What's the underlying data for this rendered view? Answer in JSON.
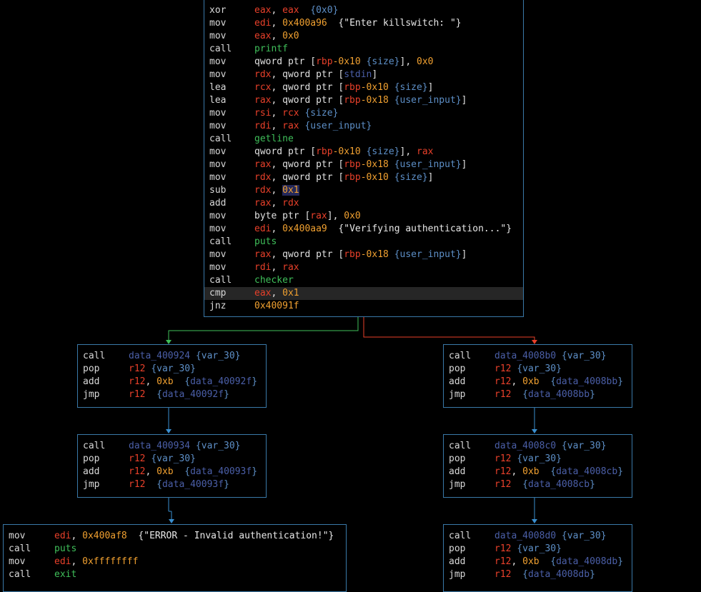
{
  "colors": {
    "block_border": "#3a79a8",
    "edge_true": "#3fbf5a",
    "edge_false": "#e8402a",
    "edge_unconditional": "#3a8fd0",
    "register": "#e8402a",
    "number": "#f0a030",
    "symbol": "#5d8fc7",
    "data_ref": "#4b5fa8",
    "function": "#3fbf5a"
  },
  "blocks": {
    "main": {
      "lines": [
        {
          "mn": "xor",
          "ops": [
            [
              "reg",
              "eax"
            ],
            [
              "plain",
              ", "
            ],
            [
              "reg",
              "eax"
            ],
            [
              "plain",
              "  "
            ],
            [
              "sym",
              "{0x0}"
            ]
          ]
        },
        {
          "mn": "mov",
          "ops": [
            [
              "reg",
              "edi"
            ],
            [
              "plain",
              ", "
            ],
            [
              "num",
              "0x400a96"
            ],
            [
              "plain",
              "  "
            ],
            [
              "str",
              "{\"Enter killswitch: \"}"
            ]
          ]
        },
        {
          "mn": "mov",
          "ops": [
            [
              "reg",
              "eax"
            ],
            [
              "plain",
              ", "
            ],
            [
              "num",
              "0x0"
            ]
          ]
        },
        {
          "mn": "call",
          "ops": [
            [
              "fn",
              "printf"
            ]
          ]
        },
        {
          "mn": "mov",
          "ops": [
            [
              "plain",
              "qword ptr ["
            ],
            [
              "reg",
              "rbp"
            ],
            [
              "num",
              "-0x10"
            ],
            [
              "plain",
              " "
            ],
            [
              "sym",
              "{size}"
            ],
            [
              "plain",
              "], "
            ],
            [
              "num",
              "0x0"
            ]
          ]
        },
        {
          "mn": "mov",
          "ops": [
            [
              "reg",
              "rdx"
            ],
            [
              "plain",
              ", qword ptr ["
            ],
            [
              "dat",
              "stdin"
            ],
            [
              "plain",
              "]"
            ]
          ]
        },
        {
          "mn": "lea",
          "ops": [
            [
              "reg",
              "rcx"
            ],
            [
              "plain",
              ", qword ptr ["
            ],
            [
              "reg",
              "rbp"
            ],
            [
              "num",
              "-0x10"
            ],
            [
              "plain",
              " "
            ],
            [
              "sym",
              "{size}"
            ],
            [
              "plain",
              "]"
            ]
          ]
        },
        {
          "mn": "lea",
          "ops": [
            [
              "reg",
              "rax"
            ],
            [
              "plain",
              ", qword ptr ["
            ],
            [
              "reg",
              "rbp"
            ],
            [
              "num",
              "-0x18"
            ],
            [
              "plain",
              " "
            ],
            [
              "sym",
              "{user_input}"
            ],
            [
              "plain",
              "]"
            ]
          ]
        },
        {
          "mn": "mov",
          "ops": [
            [
              "reg",
              "rsi"
            ],
            [
              "plain",
              ", "
            ],
            [
              "reg",
              "rcx"
            ],
            [
              "plain",
              " "
            ],
            [
              "sym",
              "{size}"
            ]
          ]
        },
        {
          "mn": "mov",
          "ops": [
            [
              "reg",
              "rdi"
            ],
            [
              "plain",
              ", "
            ],
            [
              "reg",
              "rax"
            ],
            [
              "plain",
              " "
            ],
            [
              "sym",
              "{user_input}"
            ]
          ]
        },
        {
          "mn": "call",
          "ops": [
            [
              "fn",
              "getline"
            ]
          ]
        },
        {
          "mn": "mov",
          "ops": [
            [
              "plain",
              "qword ptr ["
            ],
            [
              "reg",
              "rbp"
            ],
            [
              "num",
              "-0x10"
            ],
            [
              "plain",
              " "
            ],
            [
              "sym",
              "{size}"
            ],
            [
              "plain",
              "], "
            ],
            [
              "reg",
              "rax"
            ]
          ]
        },
        {
          "mn": "mov",
          "ops": [
            [
              "reg",
              "rax"
            ],
            [
              "plain",
              ", qword ptr ["
            ],
            [
              "reg",
              "rbp"
            ],
            [
              "num",
              "-0x18"
            ],
            [
              "plain",
              " "
            ],
            [
              "sym",
              "{user_input}"
            ],
            [
              "plain",
              "]"
            ]
          ]
        },
        {
          "mn": "mov",
          "ops": [
            [
              "reg",
              "rdx"
            ],
            [
              "plain",
              ", qword ptr ["
            ],
            [
              "reg",
              "rbp"
            ],
            [
              "num",
              "-0x10"
            ],
            [
              "plain",
              " "
            ],
            [
              "sym",
              "{size}"
            ],
            [
              "plain",
              "]"
            ]
          ]
        },
        {
          "mn": "sub",
          "ops": [
            [
              "reg",
              "rdx"
            ],
            [
              "plain",
              ", "
            ],
            [
              "numhl",
              "0x1"
            ]
          ]
        },
        {
          "mn": "add",
          "ops": [
            [
              "reg",
              "rax"
            ],
            [
              "plain",
              ", "
            ],
            [
              "reg",
              "rdx"
            ]
          ]
        },
        {
          "mn": "mov",
          "ops": [
            [
              "plain",
              "byte ptr ["
            ],
            [
              "reg",
              "rax"
            ],
            [
              "plain",
              "], "
            ],
            [
              "num",
              "0x0"
            ]
          ]
        },
        {
          "mn": "mov",
          "ops": [
            [
              "reg",
              "edi"
            ],
            [
              "plain",
              ", "
            ],
            [
              "num",
              "0x400aa9"
            ],
            [
              "plain",
              "  "
            ],
            [
              "str",
              "{\"Verifying authentication...\"}"
            ]
          ]
        },
        {
          "mn": "call",
          "ops": [
            [
              "fn",
              "puts"
            ]
          ]
        },
        {
          "mn": "mov",
          "ops": [
            [
              "reg",
              "rax"
            ],
            [
              "plain",
              ", qword ptr ["
            ],
            [
              "reg",
              "rbp"
            ],
            [
              "num",
              "-0x18"
            ],
            [
              "plain",
              " "
            ],
            [
              "sym",
              "{user_input}"
            ],
            [
              "plain",
              "]"
            ]
          ]
        },
        {
          "mn": "mov",
          "ops": [
            [
              "reg",
              "rdi"
            ],
            [
              "plain",
              ", "
            ],
            [
              "reg",
              "rax"
            ]
          ]
        },
        {
          "mn": "call",
          "ops": [
            [
              "fn",
              "checker"
            ]
          ]
        },
        {
          "mn": "cmp",
          "ops": [
            [
              "reg",
              "eax"
            ],
            [
              "plain",
              ", "
            ],
            [
              "num",
              "0x1"
            ]
          ],
          "highlight": true
        },
        {
          "mn": "jnz",
          "ops": [
            [
              "num",
              "0x40091f"
            ]
          ]
        }
      ]
    },
    "left1": {
      "lines": [
        {
          "mn": "call",
          "ops": [
            [
              "dat",
              "data_400924"
            ],
            [
              "plain",
              " "
            ],
            [
              "sym",
              "{var_30}"
            ]
          ]
        },
        {
          "mn": "pop",
          "ops": [
            [
              "reg",
              "r12"
            ],
            [
              "plain",
              " "
            ],
            [
              "sym",
              "{var_30}"
            ]
          ]
        },
        {
          "mn": "add",
          "ops": [
            [
              "reg",
              "r12"
            ],
            [
              "plain",
              ", "
            ],
            [
              "num",
              "0xb"
            ],
            [
              "plain",
              "  "
            ],
            [
              "sym",
              "{"
            ],
            [
              "dat",
              "data_40092f"
            ],
            [
              "sym",
              "}"
            ]
          ]
        },
        {
          "mn": "jmp",
          "ops": [
            [
              "reg",
              "r12"
            ],
            [
              "plain",
              "  "
            ],
            [
              "sym",
              "{"
            ],
            [
              "dat",
              "data_40092f"
            ],
            [
              "sym",
              "}"
            ]
          ]
        }
      ]
    },
    "left2": {
      "lines": [
        {
          "mn": "call",
          "ops": [
            [
              "dat",
              "data_400934"
            ],
            [
              "plain",
              " "
            ],
            [
              "sym",
              "{var_30}"
            ]
          ]
        },
        {
          "mn": "pop",
          "ops": [
            [
              "reg",
              "r12"
            ],
            [
              "plain",
              " "
            ],
            [
              "sym",
              "{var_30}"
            ]
          ]
        },
        {
          "mn": "add",
          "ops": [
            [
              "reg",
              "r12"
            ],
            [
              "plain",
              ", "
            ],
            [
              "num",
              "0xb"
            ],
            [
              "plain",
              "  "
            ],
            [
              "sym",
              "{"
            ],
            [
              "dat",
              "data_40093f"
            ],
            [
              "sym",
              "}"
            ]
          ]
        },
        {
          "mn": "jmp",
          "ops": [
            [
              "reg",
              "r12"
            ],
            [
              "plain",
              "  "
            ],
            [
              "sym",
              "{"
            ],
            [
              "dat",
              "data_40093f"
            ],
            [
              "sym",
              "}"
            ]
          ]
        }
      ]
    },
    "left3": {
      "lines": [
        {
          "mn": "mov",
          "ops": [
            [
              "reg",
              "edi"
            ],
            [
              "plain",
              ", "
            ],
            [
              "num",
              "0x400af8"
            ],
            [
              "plain",
              "  "
            ],
            [
              "str",
              "{\"ERROR - Invalid authentication!\"}"
            ]
          ]
        },
        {
          "mn": "call",
          "ops": [
            [
              "fn",
              "puts"
            ]
          ]
        },
        {
          "mn": "mov",
          "ops": [
            [
              "reg",
              "edi"
            ],
            [
              "plain",
              ", "
            ],
            [
              "num",
              "0xffffffff"
            ]
          ]
        },
        {
          "mn": "call",
          "ops": [
            [
              "fn",
              "exit"
            ]
          ]
        }
      ]
    },
    "right1": {
      "lines": [
        {
          "mn": "call",
          "ops": [
            [
              "dat",
              "data_4008b0"
            ],
            [
              "plain",
              " "
            ],
            [
              "sym",
              "{var_30}"
            ]
          ]
        },
        {
          "mn": "pop",
          "ops": [
            [
              "reg",
              "r12"
            ],
            [
              "plain",
              " "
            ],
            [
              "sym",
              "{var_30}"
            ]
          ]
        },
        {
          "mn": "add",
          "ops": [
            [
              "reg",
              "r12"
            ],
            [
              "plain",
              ", "
            ],
            [
              "num",
              "0xb"
            ],
            [
              "plain",
              "  "
            ],
            [
              "sym",
              "{"
            ],
            [
              "dat",
              "data_4008bb"
            ],
            [
              "sym",
              "}"
            ]
          ]
        },
        {
          "mn": "jmp",
          "ops": [
            [
              "reg",
              "r12"
            ],
            [
              "plain",
              "  "
            ],
            [
              "sym",
              "{"
            ],
            [
              "dat",
              "data_4008bb"
            ],
            [
              "sym",
              "}"
            ]
          ]
        }
      ]
    },
    "right2": {
      "lines": [
        {
          "mn": "call",
          "ops": [
            [
              "dat",
              "data_4008c0"
            ],
            [
              "plain",
              " "
            ],
            [
              "sym",
              "{var_30}"
            ]
          ]
        },
        {
          "mn": "pop",
          "ops": [
            [
              "reg",
              "r12"
            ],
            [
              "plain",
              " "
            ],
            [
              "sym",
              "{var_30}"
            ]
          ]
        },
        {
          "mn": "add",
          "ops": [
            [
              "reg",
              "r12"
            ],
            [
              "plain",
              ", "
            ],
            [
              "num",
              "0xb"
            ],
            [
              "plain",
              "  "
            ],
            [
              "sym",
              "{"
            ],
            [
              "dat",
              "data_4008cb"
            ],
            [
              "sym",
              "}"
            ]
          ]
        },
        {
          "mn": "jmp",
          "ops": [
            [
              "reg",
              "r12"
            ],
            [
              "plain",
              "  "
            ],
            [
              "sym",
              "{"
            ],
            [
              "dat",
              "data_4008cb"
            ],
            [
              "sym",
              "}"
            ]
          ]
        }
      ]
    },
    "right3": {
      "lines": [
        {
          "mn": "call",
          "ops": [
            [
              "dat",
              "data_4008d0"
            ],
            [
              "plain",
              " "
            ],
            [
              "sym",
              "{var_30}"
            ]
          ]
        },
        {
          "mn": "pop",
          "ops": [
            [
              "reg",
              "r12"
            ],
            [
              "plain",
              " "
            ],
            [
              "sym",
              "{var_30}"
            ]
          ]
        },
        {
          "mn": "add",
          "ops": [
            [
              "reg",
              "r12"
            ],
            [
              "plain",
              ", "
            ],
            [
              "num",
              "0xb"
            ],
            [
              "plain",
              "  "
            ],
            [
              "sym",
              "{"
            ],
            [
              "dat",
              "data_4008db"
            ],
            [
              "sym",
              "}"
            ]
          ]
        },
        {
          "mn": "jmp",
          "ops": [
            [
              "reg",
              "r12"
            ],
            [
              "plain",
              "  "
            ],
            [
              "sym",
              "{"
            ],
            [
              "dat",
              "data_4008db"
            ],
            [
              "sym",
              "}"
            ]
          ]
        }
      ]
    }
  }
}
